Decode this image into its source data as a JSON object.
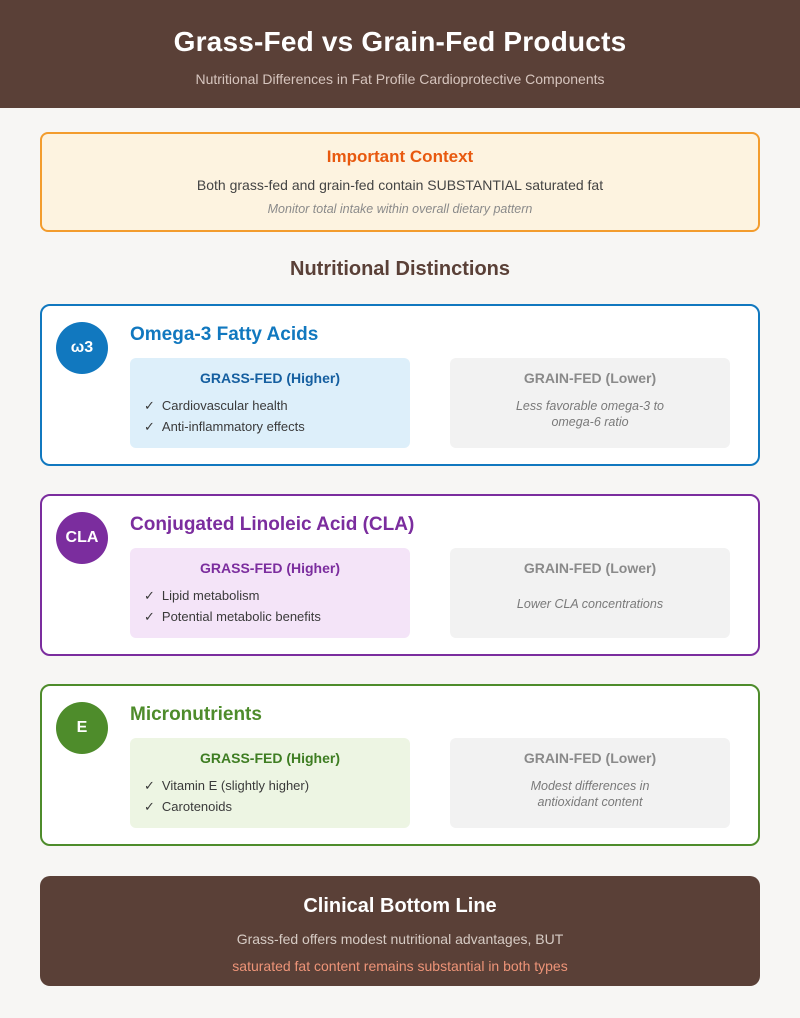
{
  "header": {
    "title": "Grass-Fed vs Grain-Fed Products",
    "subtitle": "Nutritional Differences in Fat Profile Cardioprotective Components"
  },
  "context": {
    "title": "Important Context",
    "body": "Both grass-fed and grain-fed contain SUBSTANTIAL saturated fat",
    "note": "Monitor total intake within overall dietary pattern"
  },
  "section_title": "Nutritional Distinctions",
  "cards": [
    {
      "badge": "ω3",
      "title": "Omega-3 Fatty Acids",
      "accent": "#1178bf",
      "accent_dark": "#155fa0",
      "tint": "#ddeffa",
      "check_icon": "✓",
      "grass_title": "GRASS-FED (Higher)",
      "grass_items": [
        "Cardiovascular health",
        "Anti-inflammatory effects"
      ],
      "grain_title": "GRAIN-FED (Lower)",
      "grain_note": "Less favorable omega-3 to omega-6 ratio"
    },
    {
      "badge": "CLA",
      "title": "Conjugated Linoleic Acid (CLA)",
      "accent": "#7b2d9e",
      "accent_dark": "#7b2d9e",
      "tint": "#f4e4f8",
      "check_icon": "✓",
      "grass_title": "GRASS-FED (Higher)",
      "grass_items": [
        "Lipid metabolism",
        "Potential metabolic benefits"
      ],
      "grain_title": "GRAIN-FED (Lower)",
      "grain_note": "Lower CLA concentrations"
    },
    {
      "badge": "E",
      "title": "Micronutrients",
      "accent": "#4e8c2b",
      "accent_dark": "#3e7d22",
      "tint": "#edf5e3",
      "check_icon": "✓",
      "grass_title": "GRASS-FED (Higher)",
      "grass_items": [
        "Vitamin E (slightly higher)",
        "Carotenoids"
      ],
      "grain_title": "GRAIN-FED (Lower)",
      "grain_note": "Modest differences in antioxidant content"
    }
  ],
  "footer": {
    "title": "Clinical Bottom Line",
    "body": "Grass-fed offers modest nutritional advantages, BUT",
    "warning": "saturated fat content remains substantial in both types"
  }
}
